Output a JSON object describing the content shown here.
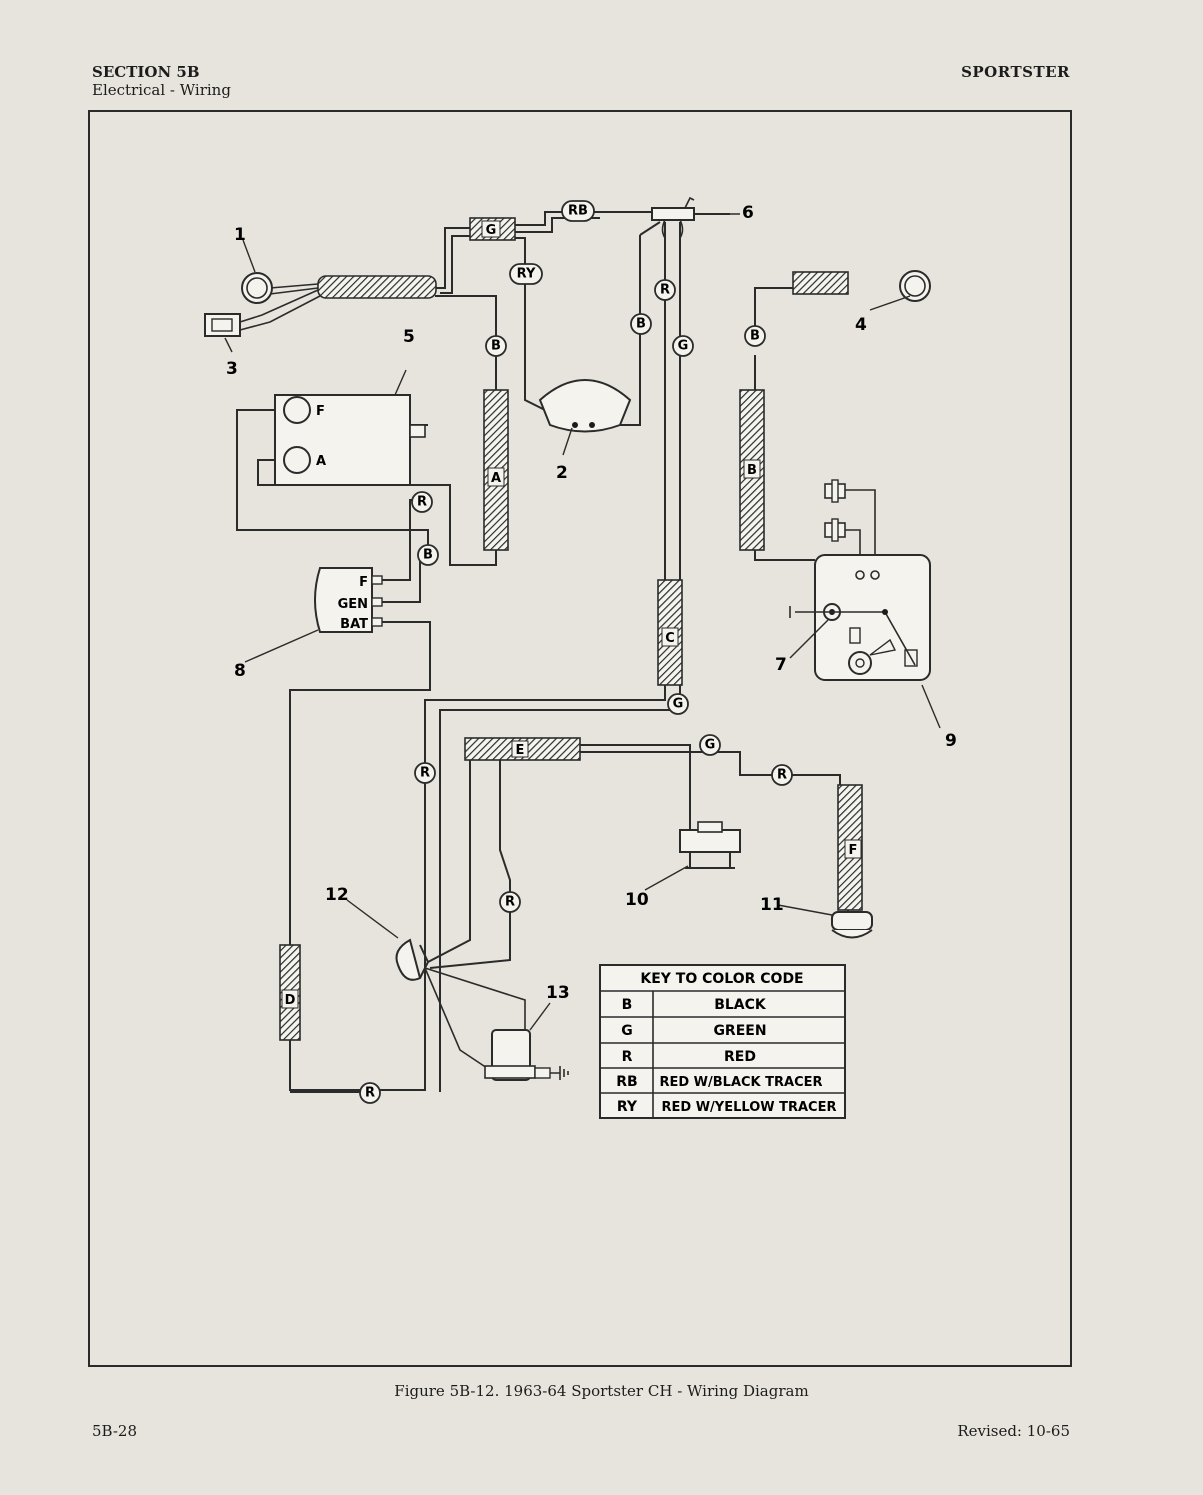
{
  "header": {
    "section": "SECTION 5B",
    "subtitle": "Electrical - Wiring",
    "model": "SPORTSTER"
  },
  "figure": {
    "caption": "Figure 5B-12. 1963-64 Sportster CH - Wiring Diagram"
  },
  "footer": {
    "page": "5B-28",
    "revised": "Revised: 10-65"
  },
  "diagram": {
    "callouts": [
      "1",
      "2",
      "3",
      "4",
      "5",
      "6",
      "7",
      "8",
      "9",
      "10",
      "11",
      "12",
      "13"
    ],
    "conduit_letters": [
      "A",
      "B",
      "C",
      "D",
      "E",
      "F",
      "G"
    ],
    "wire_tags": [
      "RB",
      "RY",
      "B",
      "R",
      "G"
    ],
    "generator_terminals": {
      "f": "F",
      "a": "A"
    },
    "regulator_terminals": {
      "f": "F",
      "gen": "GEN",
      "bat": "BAT"
    },
    "color_key": {
      "title": "KEY TO COLOR CODE",
      "rows": [
        {
          "code": "B",
          "color": "BLACK"
        },
        {
          "code": "G",
          "color": "GREEN"
        },
        {
          "code": "R",
          "color": "RED"
        },
        {
          "code": "RB",
          "color": "RED W/BLACK TRACER"
        },
        {
          "code": "RY",
          "color": "RED W/YELLOW TRACER"
        }
      ]
    }
  }
}
